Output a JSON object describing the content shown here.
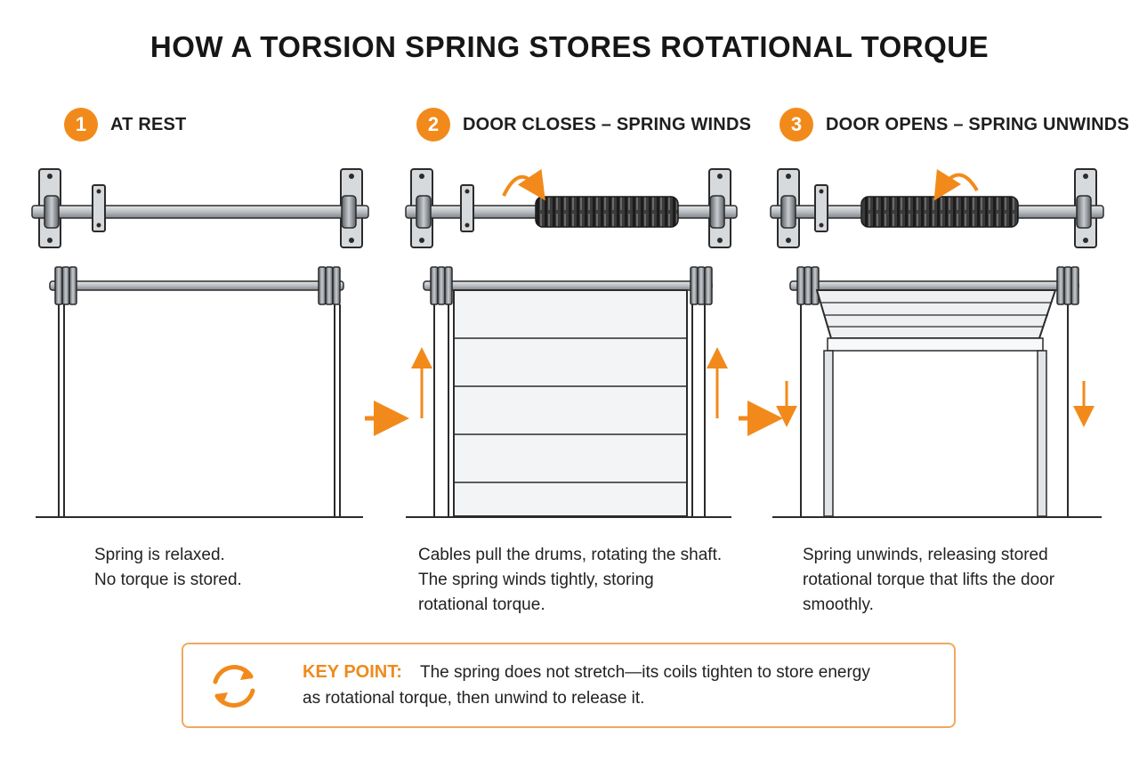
{
  "title": "HOW A TORSION SPRING STORES ROTATIONAL TORQUE",
  "panels": [
    {
      "number": "1",
      "heading": "AT REST",
      "lines": [
        "Spring is relaxed.",
        "No torque is stored."
      ]
    },
    {
      "number": "2",
      "heading": "DOOR CLOSES – SPRING WINDS",
      "lines": [
        "Cables pull the drums, rotating the shaft.",
        "The spring winds tightly, storing",
        "rotational torque."
      ]
    },
    {
      "number": "3",
      "heading": "DOOR OPENS – SPRING UNWINDS",
      "lines": [
        "Spring unwinds, releasing stored",
        "rotational torque that lifts the door",
        "smoothly."
      ]
    }
  ],
  "key_point": {
    "label": "KEY POINT:",
    "line1": "The spring does not stretch—its coils tighten to store energy",
    "line2": "as rotational torque, then unwind to release it."
  },
  "colors": {
    "accent": "#f28a1b",
    "line": "#2b2b2b",
    "metal": "#9aa1a8"
  },
  "icons": [
    "rotate-clockwise-arrow-icon",
    "rotate-counterclockwise-arrow-icon",
    "refresh-cycle-icon"
  ]
}
